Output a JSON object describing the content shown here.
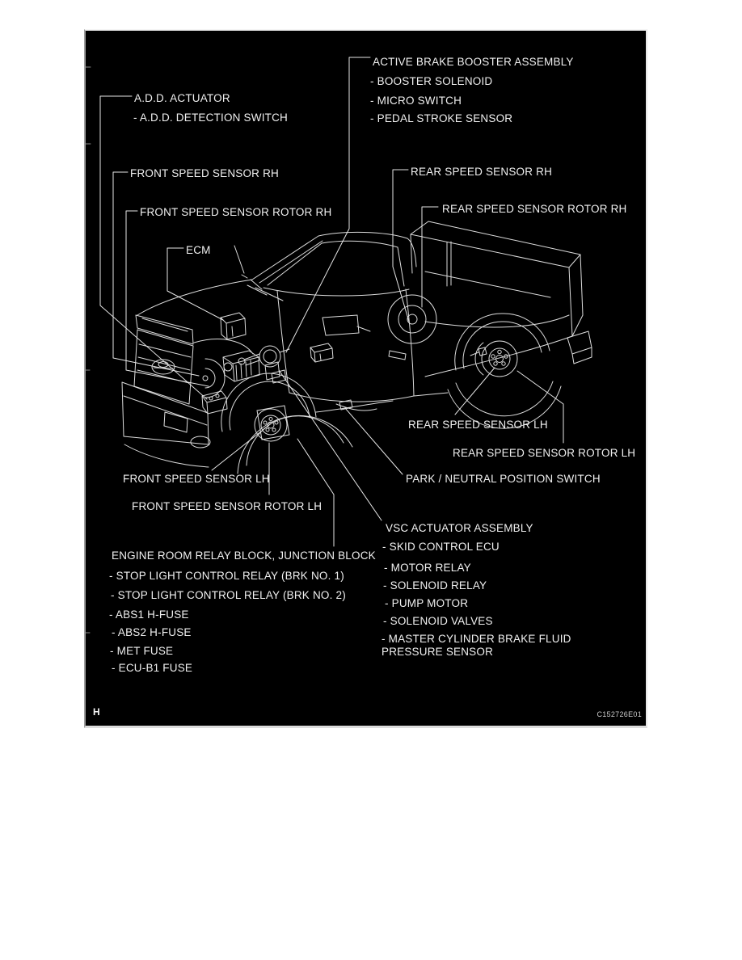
{
  "colors": {
    "page_background": "#ffffff",
    "diagram_background": "#000000",
    "line_art": "#dcdcdc",
    "label_text": "#f0f0f0"
  },
  "labels": {
    "active_brake_booster": "ACTIVE BRAKE BOOSTER ASSEMBLY",
    "booster_solenoid": "- BOOSTER SOLENOID",
    "micro_switch": "- MICRO SWITCH",
    "pedal_stroke_sensor": "- PEDAL STROKE SENSOR",
    "add_actuator": "A.D.D. ACTUATOR",
    "add_detection_switch": "- A.D.D. DETECTION SWITCH",
    "front_speed_sensor_rh": "FRONT SPEED SENSOR RH",
    "front_speed_sensor_rotor_rh": "FRONT SPEED SENSOR ROTOR RH",
    "ecm": "ECM",
    "rear_speed_sensor_rh": "REAR SPEED SENSOR RH",
    "rear_speed_sensor_rotor_rh": "REAR SPEED SENSOR ROTOR RH",
    "rear_speed_sensor_lh": "REAR SPEED SENSOR LH",
    "rear_speed_sensor_rotor_lh": "REAR SPEED SENSOR ROTOR LH",
    "front_speed_sensor_lh": "FRONT SPEED SENSOR LH",
    "front_speed_sensor_rotor_lh": "FRONT SPEED SENSOR ROTOR LH",
    "park_neutral_position_switch": "PARK / NEUTRAL POSITION SWITCH",
    "vsc_actuator_assembly": "VSC ACTUATOR ASSEMBLY",
    "skid_control_ecu": "- SKID CONTROL ECU",
    "motor_relay": "- MOTOR RELAY",
    "solenoid_relay": "- SOLENOID RELAY",
    "pump_motor": "- PUMP MOTOR",
    "solenoid_valves": "- SOLENOID VALVES",
    "master_cylinder_brake_fluid_pressure_sensor": "- MASTER CYLINDER BRAKE FLUID PRESSURE SENSOR",
    "engine_room_relay_block": "ENGINE ROOM RELAY BLOCK, JUNCTION BLOCK",
    "stop_light_relay_1": "- STOP LIGHT CONTROL RELAY (BRK NO. 1)",
    "stop_light_relay_2": "- STOP LIGHT CONTROL RELAY (BRK NO. 2)",
    "abs1_h_fuse": "- ABS1 H-FUSE",
    "abs2_h_fuse": "- ABS2 H-FUSE",
    "met_fuse": "- MET FUSE",
    "ecu_b1_fuse": "- ECU-B1 FUSE"
  },
  "footer": {
    "page_mark": "H",
    "figure_code": "C152726E01"
  }
}
